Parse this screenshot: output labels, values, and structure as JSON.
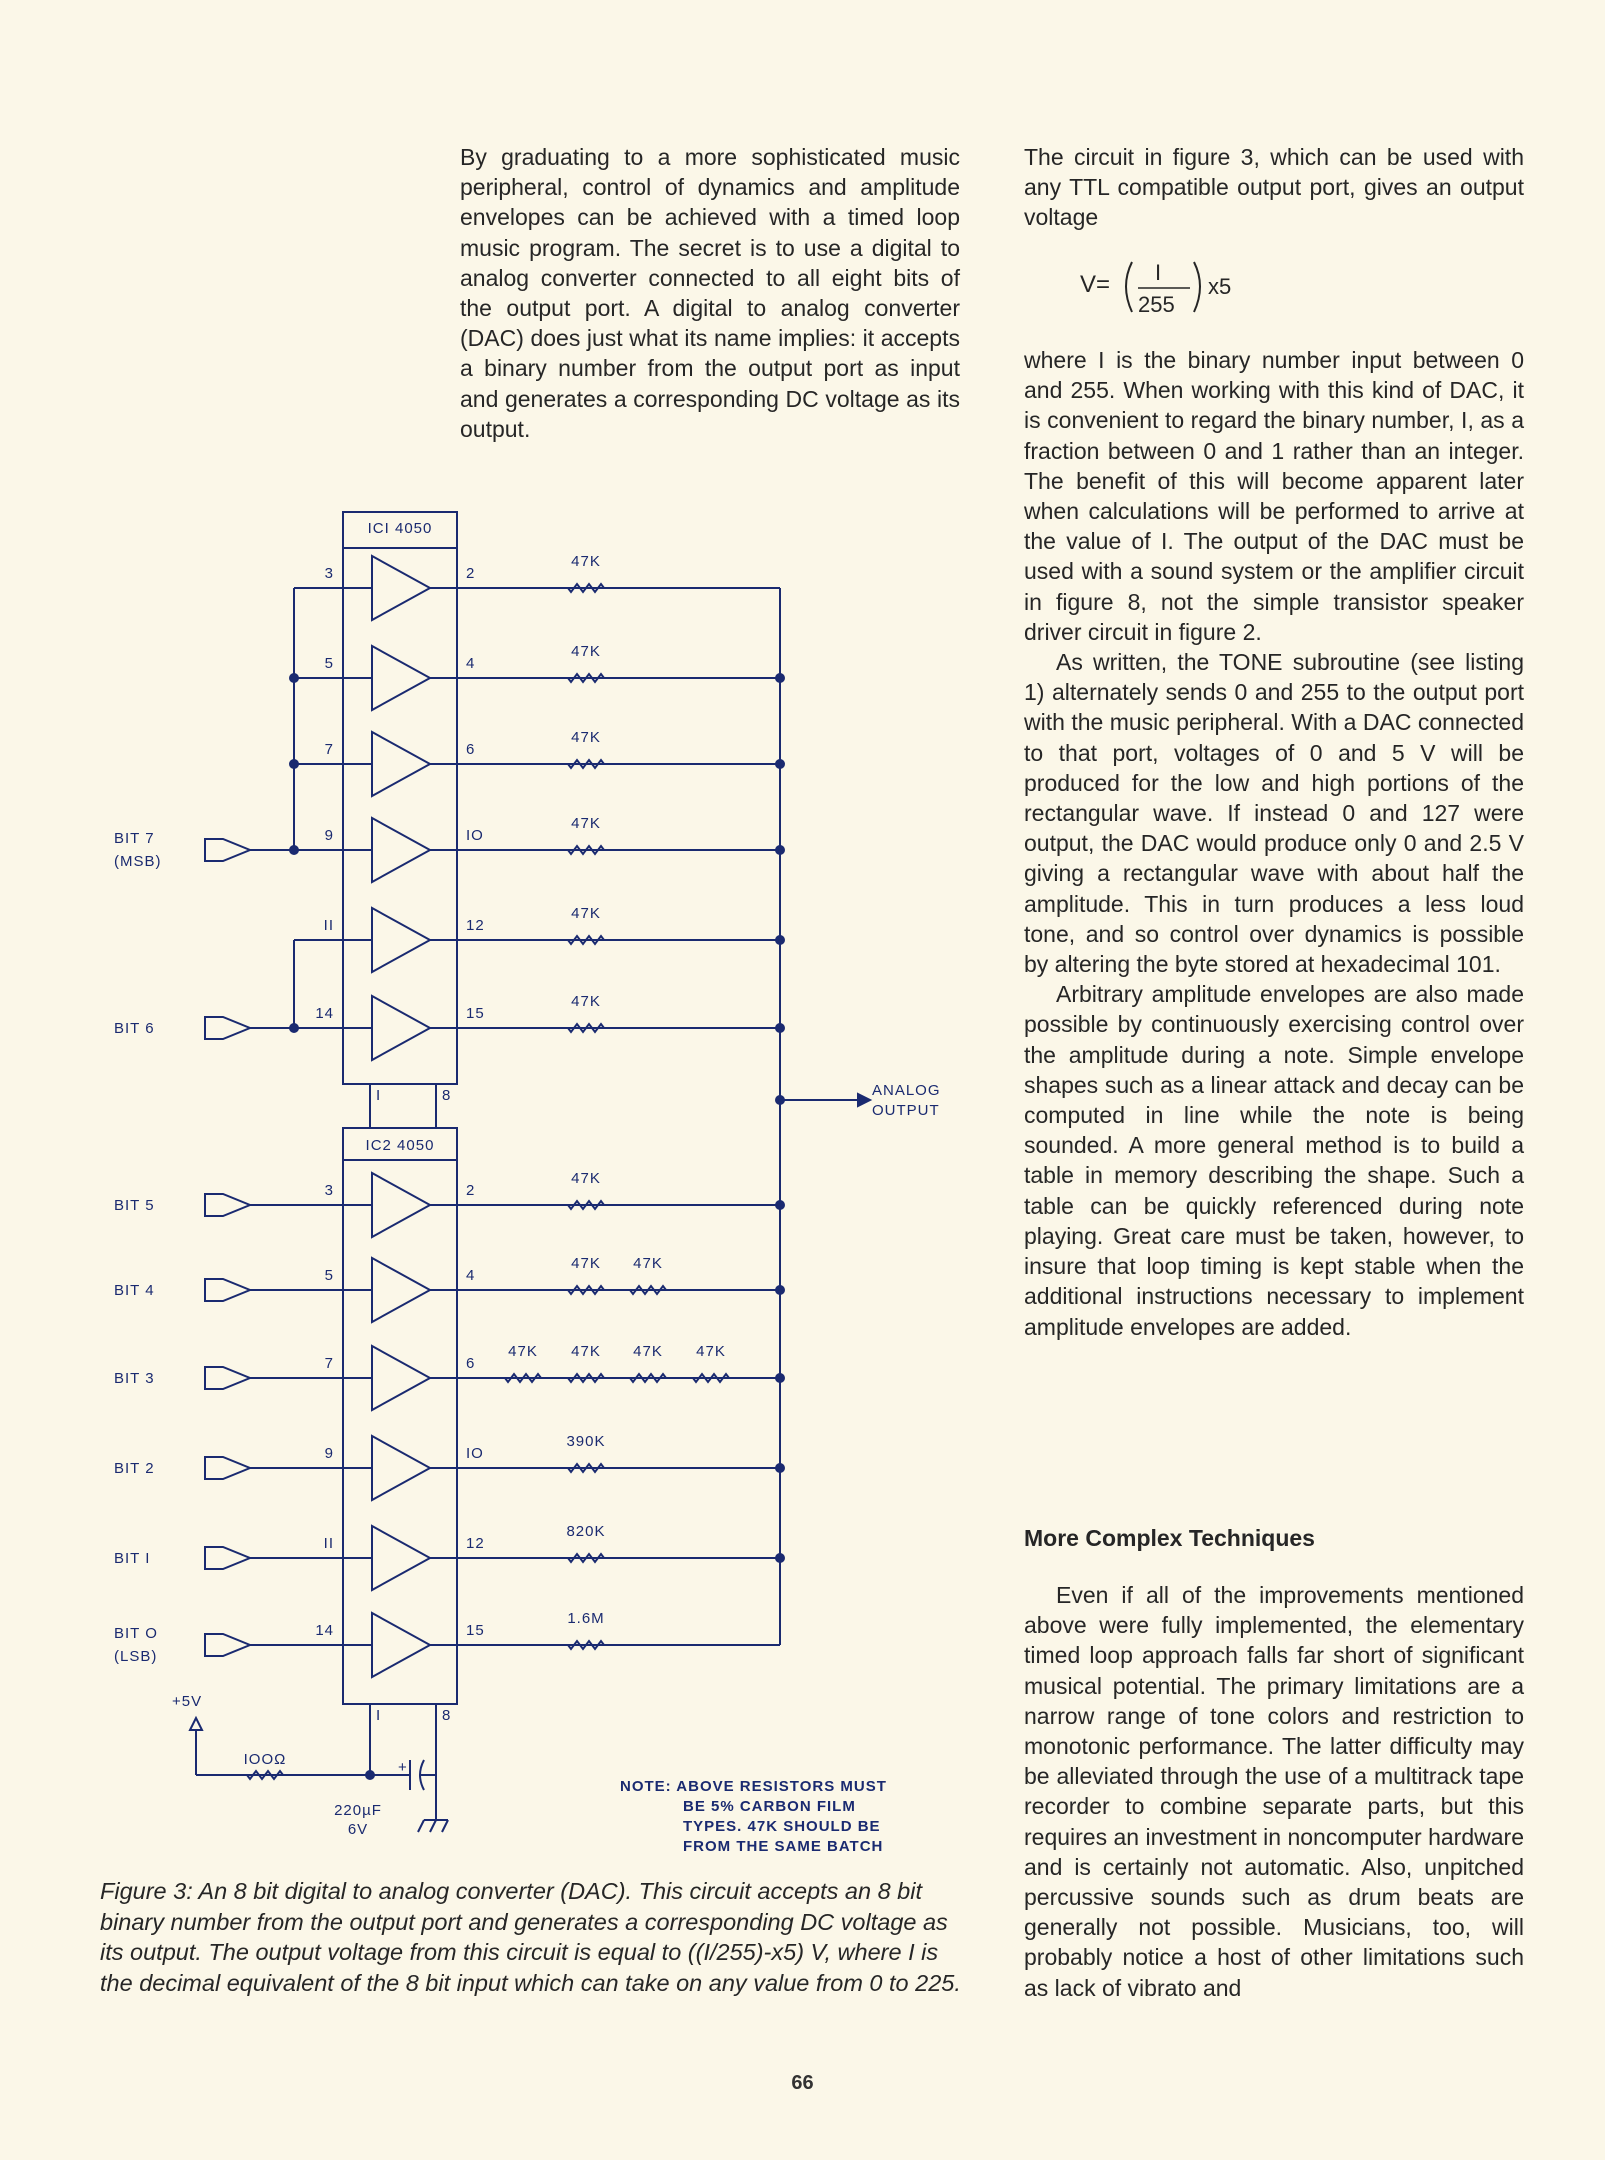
{
  "intro_paragraph": "By graduating to a more sophisticated music peripheral, control of dynamics and amplitude envelopes can be achieved with a timed loop music program. The secret is to use a digital to analog converter connected to all eight bits of the output port. A digital to analog converter (DAC) does just what its name implies: it accepts a binary number from the output port as input and generates a corresponding DC voltage as its output.",
  "right_column": {
    "para1": "The circuit in figure 3, which can be used with any TTL compatible output port, gives an output voltage",
    "formula": {
      "lhs": "V=",
      "numerator": "I",
      "denominator": "255",
      "multiplier": "x5"
    },
    "para2": "where I is the binary number input between 0 and 255. When working with this kind of DAC, it is convenient to regard the binary number, I, as a fraction between 0 and 1 rather than an integer. The benefit of this will become apparent later when calculations will be performed to arrive at the value of I. The output of the DAC must be used with a sound system or the amplifier circuit in figure 8, not the simple transistor speaker driver circuit in figure 2.",
    "para3": "As written, the TONE subroutine (see listing 1) alternately sends 0 and 255 to the output port with the music peripheral. With a DAC connected to that port, voltages of 0 and 5 V will be produced for the low and high portions of the rectangular wave. If instead 0 and 127 were output, the DAC would produce only 0 and 2.5 V giving a rectangular wave with about half the amplitude. This in turn produces a less loud tone, and so control over dynamics is possible by altering the byte stored at hexadecimal 101.",
    "para4": "Arbitrary amplitude envelopes are also made possible by continuously exercising control over the amplitude during a note. Simple envelope shapes such as a linear attack and decay can be computed in line while the note is being sounded. A more general method is to build a table in memory describing the shape. Such a table can be quickly referenced during note playing. Great care must be taken, however, to insure that loop timing is kept stable when the additional instructions necessary to implement amplitude envelopes are added.",
    "heading": "More Complex Techniques",
    "para5": "Even if all of the improvements mentioned above were fully implemented, the elementary timed loop approach falls far short of significant musical potential. The primary limitations are a narrow range of tone colors and restriction to monotonic performance. The latter difficulty may be alleviated through the use of a multitrack tape recorder to combine separate parts, but this requires an investment in noncomputer hardware and is certainly not automatic. Also, unpitched percussive sounds such as drum beats are generally not possible. Musicians, too, will probably notice a host of other limitations such as lack of vibrato and"
  },
  "schematic": {
    "ic1_label": "ICI 4050",
    "ic2_label": "IC2 4050",
    "in_pins": [
      "3",
      "5",
      "7",
      "9",
      "II",
      "14"
    ],
    "out_pins": [
      "2",
      "4",
      "6",
      "IO",
      "12",
      "15"
    ],
    "ic_bottom_pins": [
      "I",
      "8"
    ],
    "r47k": "47K",
    "r390k": "390K",
    "r820k": "820K",
    "r16m": "1.6M",
    "bit_labels": [
      "BIT 7",
      "(MSB)",
      "BIT 6",
      "BIT 5",
      "BIT 4",
      "BIT 3",
      "BIT 2",
      "BIT I",
      "BIT O",
      "(LSB)"
    ],
    "supply": "+5V",
    "resistor_100": "IOOΩ",
    "cap_value": "220µF",
    "cap_voltage": "6V",
    "analog_output": [
      "ANALOG",
      "OUTPUT"
    ],
    "note_lines": [
      "NOTE: ABOVE RESISTORS MUST",
      "BE 5% CARBON FILM",
      "TYPES. 47K SHOULD BE",
      "FROM THE SAME BATCH"
    ]
  },
  "caption": "Figure 3: An 8 bit digital to analog converter (DAC). This circuit accepts an 8 bit binary number from the output port and generates a corresponding DC voltage as its output. The output voltage from this circuit is equal to ((I/255)-x5) V, where I is the decimal equivalent of the 8 bit input which can take on any value from 0 to 225.",
  "page_number": "66"
}
